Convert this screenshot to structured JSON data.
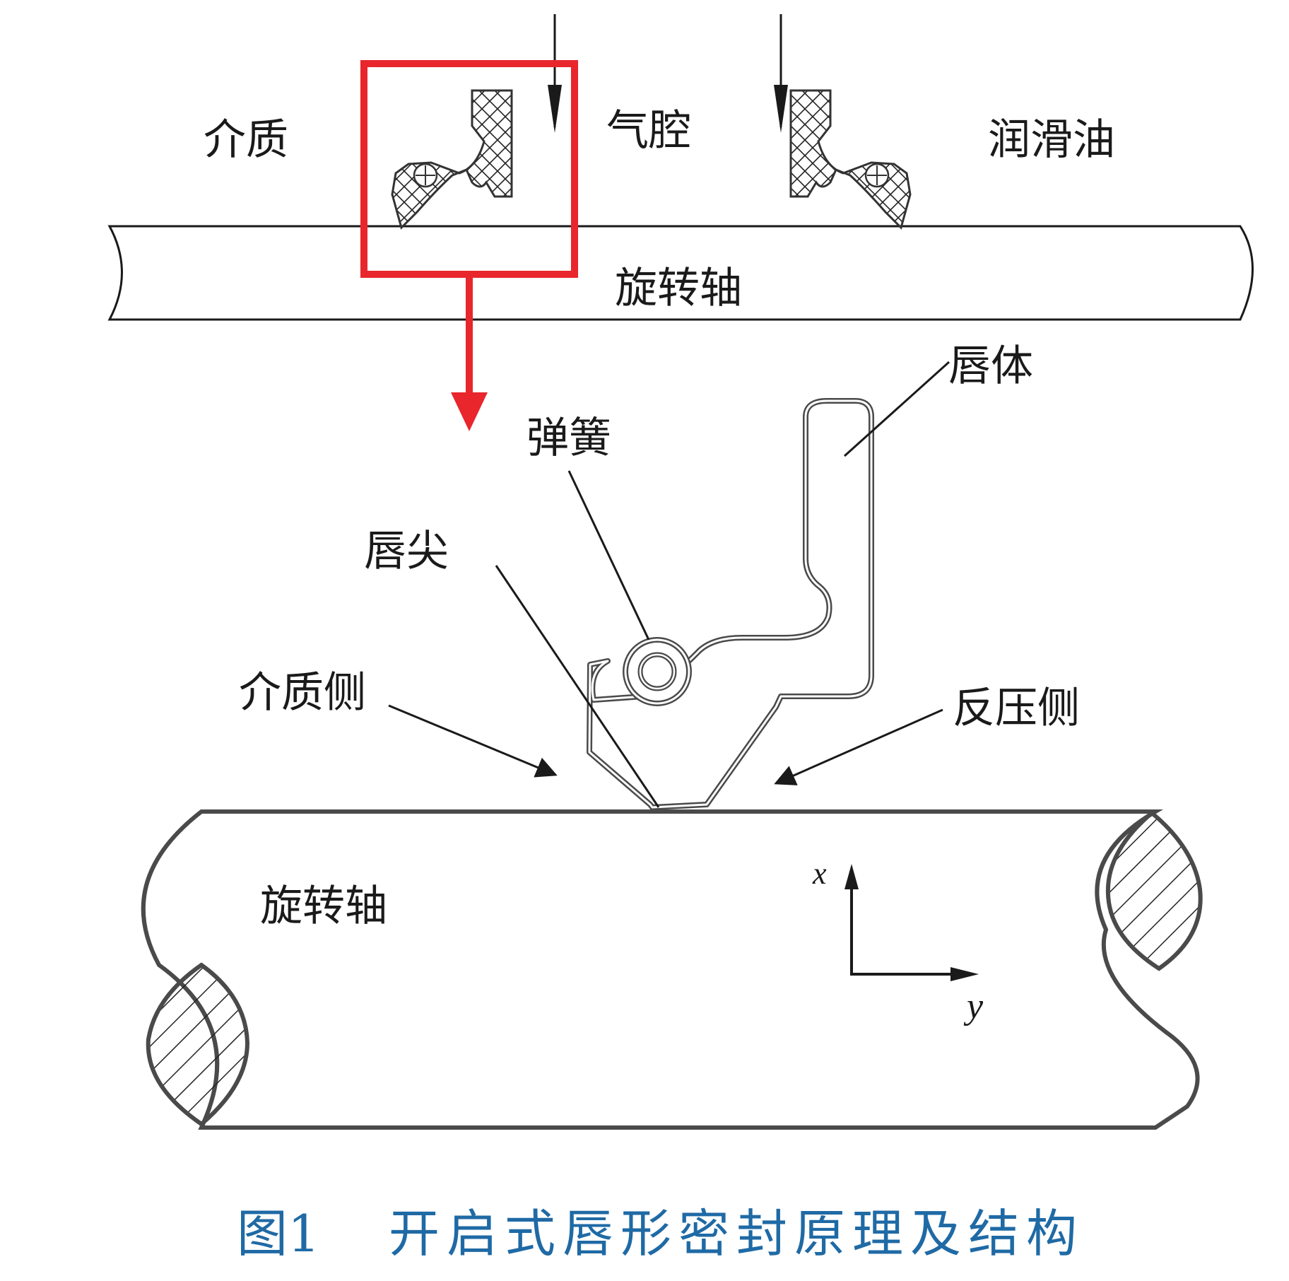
{
  "labels": {
    "medium": "介质",
    "air_cavity": "气腔",
    "lube_oil": "润滑油",
    "rotating_shaft_top": "旋转轴",
    "lip_body": "唇体",
    "spring": "弹簧",
    "lip_tip": "唇尖",
    "medium_side": "介质侧",
    "back_pressure_side": "反压侧",
    "rotating_shaft_bottom": "旋转轴",
    "axis_x": "x",
    "axis_y": "y"
  },
  "caption": {
    "number": "图1",
    "title": "开启式唇形密封原理及结构"
  },
  "colors": {
    "line": "#1a1a1a",
    "seal_outline": "#4a4a4a",
    "highlight": "#e8262c",
    "caption": "#1f6aa5"
  }
}
